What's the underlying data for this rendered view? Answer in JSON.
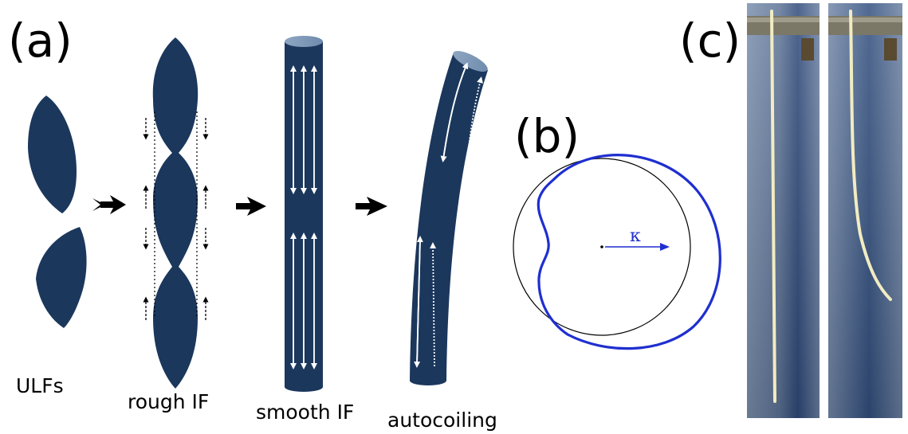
{
  "panels": {
    "a": "(a)",
    "b": "(b)",
    "c": "(c)"
  },
  "captions": {
    "ulfs": "ULFs",
    "rough_if": "rough IF",
    "smooth_if": "smooth IF",
    "autocoiling": "autocoiling"
  },
  "kappa_label": "κ",
  "colors": {
    "filament": "#1b375c",
    "contour": "#1f2fd0",
    "arrow": "#000000",
    "photo_background": "#6d82a4",
    "photo_fiber": "#f1ecc2"
  }
}
